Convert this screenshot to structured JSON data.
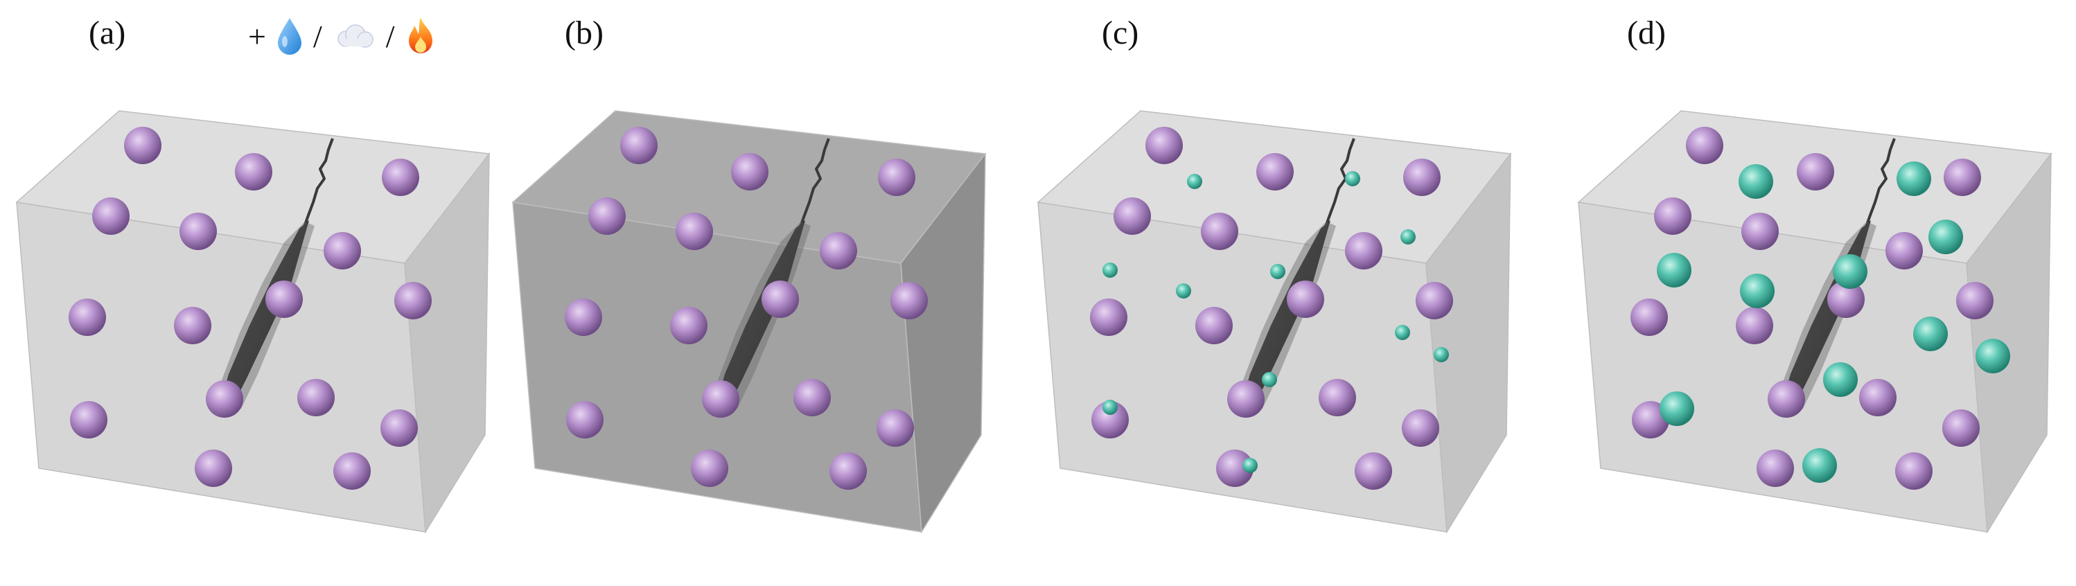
{
  "panels": [
    {
      "label": "(a)",
      "tone": "light",
      "particles": "purple"
    },
    {
      "label": "(b)",
      "tone": "dark",
      "particles": "purple"
    },
    {
      "label": "(c)",
      "tone": "light",
      "particles": "purple+small-teal"
    },
    {
      "label": "(d)",
      "tone": "light",
      "particles": "purple+large-teal"
    }
  ],
  "triggers": {
    "plus": "+",
    "sep": "/",
    "icons": [
      "water-drop-icon",
      "cloud-icon",
      "fire-icon"
    ]
  },
  "colors": {
    "host_light_front": "#d6d6d6",
    "host_light_top": "#dedede",
    "host_light_side": "#c4c4c4",
    "host_dark_front": "#a2a2a2",
    "host_dark_top": "#ababab",
    "host_dark_side": "#8e8e8e",
    "purple_particle": "#b18fc7",
    "teal_particle": "#5bc8b4",
    "crack": "#1a1a1a",
    "water": "#3b97e0",
    "fire": "#f04a1b"
  }
}
